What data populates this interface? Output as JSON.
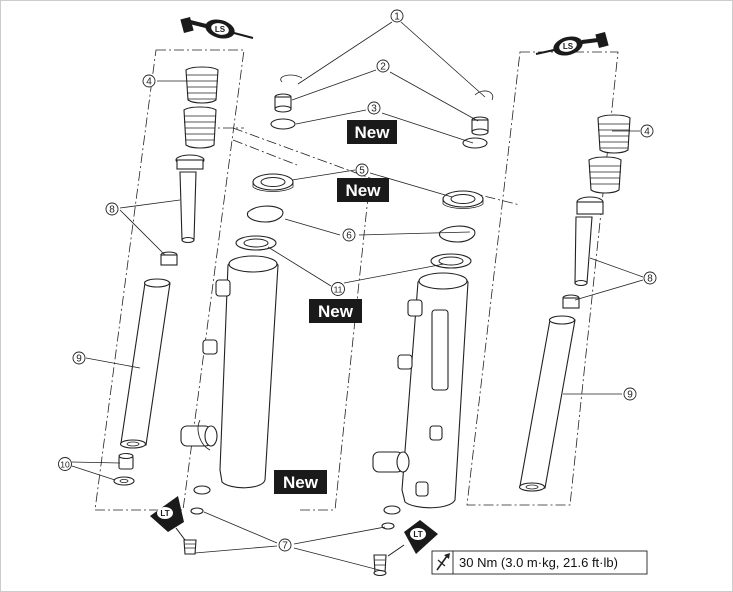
{
  "callouts": {
    "c1": "1",
    "c2": "2",
    "c3": "3",
    "c4l": "4",
    "c4r": "4",
    "c5": "5",
    "c6": "6",
    "c7": "7",
    "c8l": "8",
    "c8r": "8",
    "c9l": "9",
    "c9r": "9",
    "c10": "10",
    "c11": "11"
  },
  "new_tags": [
    "New",
    "New",
    "New",
    "New"
  ],
  "badges": {
    "grease_left": "LS",
    "grease_right": "LS",
    "locktite_left": "LT",
    "locktite_right": "LT"
  },
  "torque": {
    "icon": "wrench-torque-icon",
    "text": "30 Nm (3.0 m·kg, 21.6 ft·lb)"
  },
  "colors": {
    "line": "#222222",
    "tag_bg": "#1a1a1a",
    "tag_text": "#ffffff"
  }
}
